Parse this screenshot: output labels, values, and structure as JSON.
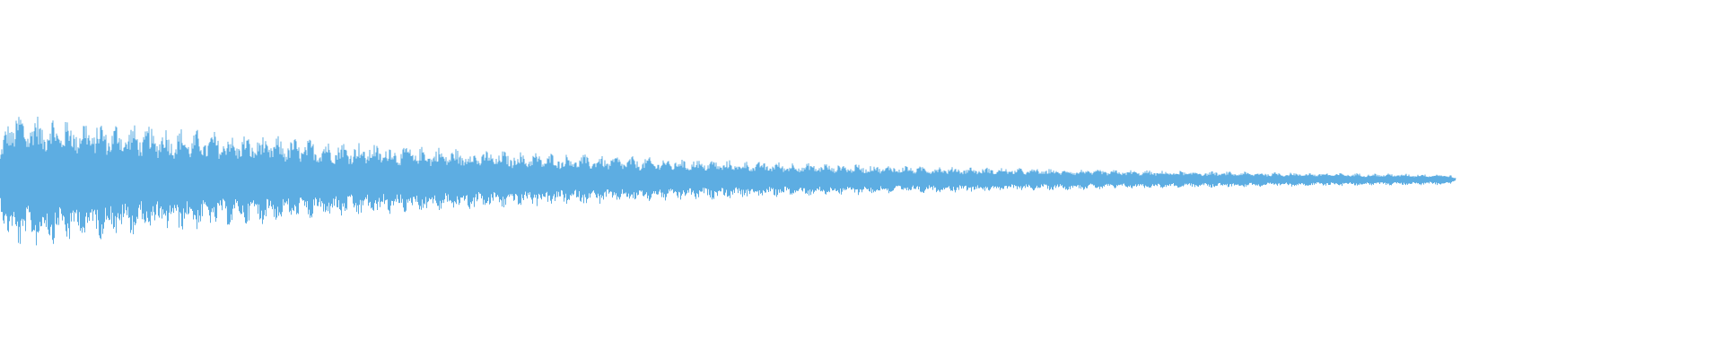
{
  "waveform": {
    "color": "#5dade2",
    "background": "#ffffff",
    "amplitude_start": 0.2,
    "amplitude_end": 0.015,
    "decay": "exponential",
    "audio_fraction_of_width": 0.845
  }
}
